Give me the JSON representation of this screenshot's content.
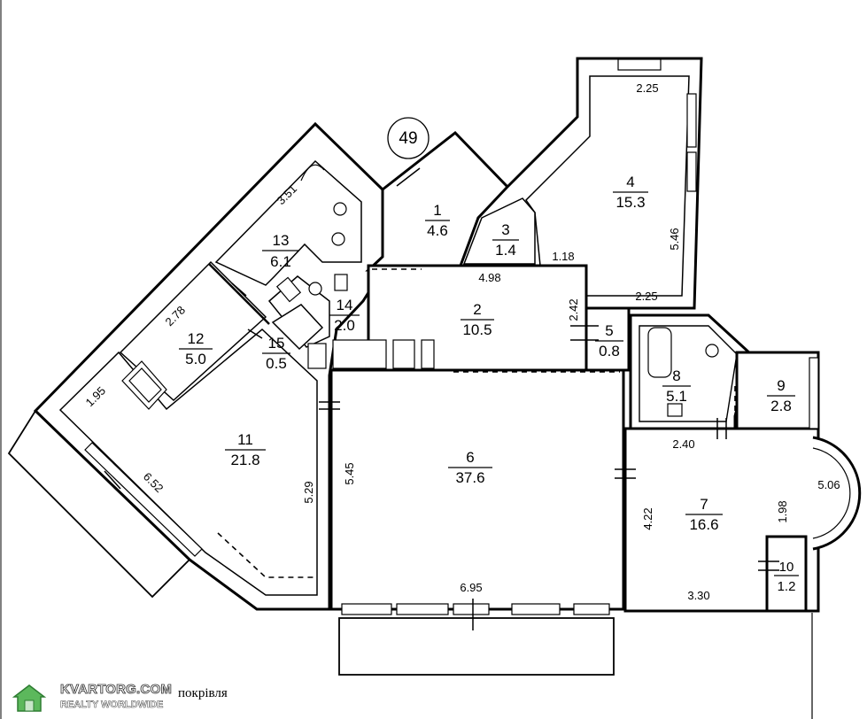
{
  "floor_plan": {
    "apartment_number": "49",
    "roof_label": "покрівля",
    "rooms": [
      {
        "id": "1",
        "number": "1",
        "area": "4.6"
      },
      {
        "id": "2",
        "number": "2",
        "area": "10.5"
      },
      {
        "id": "3",
        "number": "3",
        "area": "1.4"
      },
      {
        "id": "4",
        "number": "4",
        "area": "15.3"
      },
      {
        "id": "5",
        "number": "5",
        "area": "0.8"
      },
      {
        "id": "6",
        "number": "6",
        "area": "37.6"
      },
      {
        "id": "7",
        "number": "7",
        "area": "16.6"
      },
      {
        "id": "8",
        "number": "8",
        "area": "5.1"
      },
      {
        "id": "9",
        "number": "9",
        "area": "2.8"
      },
      {
        "id": "10",
        "number": "10",
        "area": "1.2"
      },
      {
        "id": "11",
        "number": "11",
        "area": "21.8"
      },
      {
        "id": "12",
        "number": "12",
        "area": "5.0"
      },
      {
        "id": "13",
        "number": "13",
        "area": "6.1"
      },
      {
        "id": "14",
        "number": "14",
        "area": "2.0"
      },
      {
        "id": "15",
        "number": "15",
        "area": "0.5"
      }
    ],
    "dimensions": {
      "d_2_25_top": "2.25",
      "d_5_46": "5.46",
      "d_2_25_mid": "2.25",
      "d_1_18": "1.18",
      "d_4_98": "4.98",
      "d_2_42": "2.42",
      "d_3_51": "3.51",
      "d_2_78": "2.78",
      "d_1_95": "1.95",
      "d_6_52": "6.52",
      "d_5_29": "5.29",
      "d_5_45": "5.45",
      "d_6_95": "6.95",
      "d_2_40": "2.40",
      "d_5_06": "5.06",
      "d_4_22": "4.22",
      "d_1_98": "1.98",
      "d_3_30": "3.30"
    }
  },
  "watermark": {
    "title": "KVARTORG.COM",
    "subtitle": "REALTY WORLDWIDE"
  }
}
